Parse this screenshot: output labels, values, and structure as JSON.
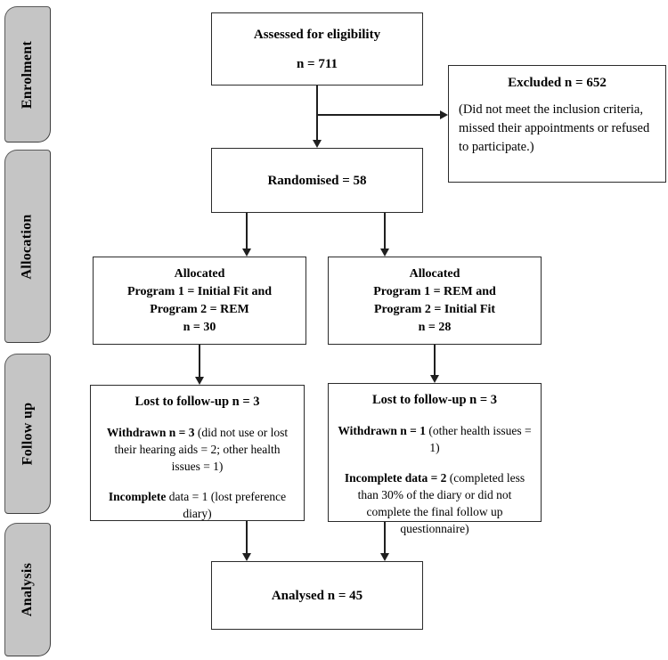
{
  "sidebar": {
    "tabs": [
      {
        "label": "Enrolment"
      },
      {
        "label": "Allocation"
      },
      {
        "label": "Follow up"
      },
      {
        "label": "Analysis"
      }
    ]
  },
  "boxes": {
    "assessed": {
      "title": "Assessed for eligibility",
      "n": "n = 711"
    },
    "excluded": {
      "title": "Excluded n = 652",
      "body": "(Did not meet the inclusion criteria, missed their appointments or refused to participate.)"
    },
    "randomised": {
      "title": "Randomised = 58"
    },
    "alloc_left": {
      "lines": [
        "Allocated",
        "Program 1 = Initial Fit and",
        "Program 2 = REM",
        "n = 30"
      ]
    },
    "alloc_right": {
      "lines": [
        "Allocated",
        "Program 1 = REM and",
        "Program 2 = Initial Fit",
        "n = 28"
      ]
    },
    "followup_left": {
      "title": "Lost to follow-up n = 3",
      "items": [
        {
          "bold": "Withdrawn n = 3",
          "rest": " (did not use or lost their hearing aids = 2; other health issues = 1)"
        },
        {
          "bold": "Incomplete",
          "rest": " data = 1 (lost preference diary)"
        }
      ]
    },
    "followup_right": {
      "title": "Lost to follow-up n = 3",
      "items": [
        {
          "bold": "Withdrawn n = 1",
          "rest": " (other health issues = 1)"
        },
        {
          "bold": "Incomplete data = 2",
          "rest": " (completed less than 30% of the diary or did not complete the final follow up questionnaire)"
        }
      ]
    },
    "analysed": {
      "title": "Analysed n = 45"
    }
  },
  "colors": {
    "tab_fill": "#c5c5c5",
    "tab_border": "#5a5a5a",
    "box_border": "#2b2b2b",
    "line": "#1f1f1f",
    "text": "#000000",
    "background": "#ffffff"
  }
}
